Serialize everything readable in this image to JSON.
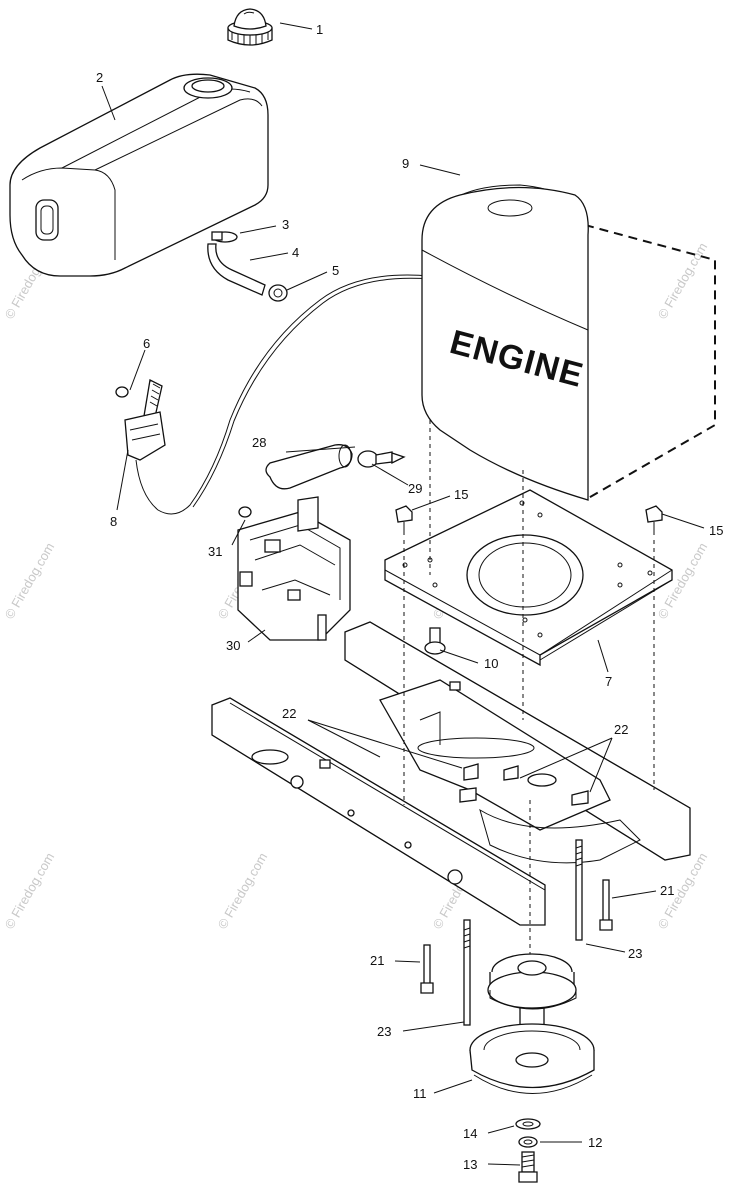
{
  "engine_label": "ENGINE",
  "watermark_text": "© Firedog.com",
  "colors": {
    "line": "#111111",
    "watermark": "#c9c9c9",
    "background": "#ffffff"
  },
  "callouts": {
    "c1": "1",
    "c2": "2",
    "c3": "3",
    "c4": "4",
    "c5": "5",
    "c6": "6",
    "c7": "7",
    "c8": "8",
    "c9": "9",
    "c10": "10",
    "c11": "11",
    "c12": "12",
    "c13": "13",
    "c14": "14",
    "c15a": "15",
    "c15b": "15",
    "c21a": "21",
    "c21b": "21",
    "c22a": "22",
    "c22b": "22",
    "c23a": "23",
    "c23b": "23",
    "c28": "28",
    "c29": "29",
    "c30": "30",
    "c31": "31"
  }
}
